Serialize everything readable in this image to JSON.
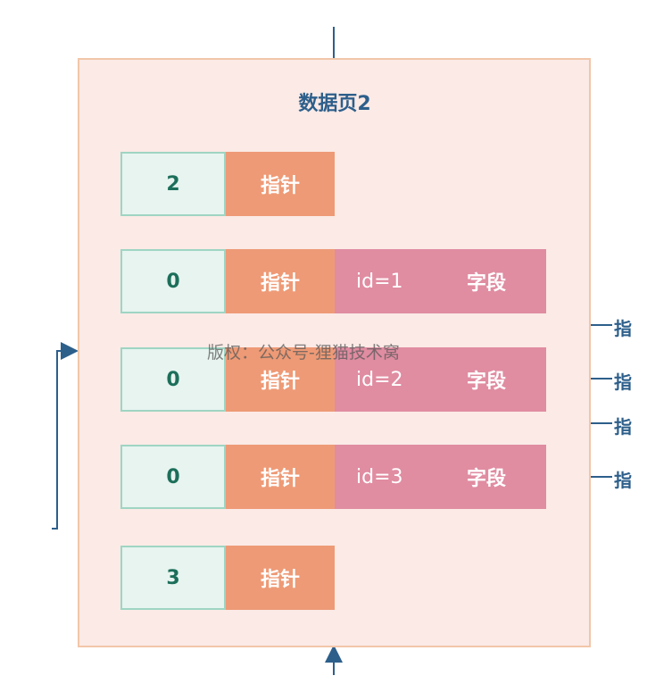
{
  "page": {
    "title": "数据页2"
  },
  "rows": [
    {
      "num": "2",
      "pointer": "指针"
    },
    {
      "num": "0",
      "pointer": "指针",
      "id": "id=1",
      "field": "字段"
    },
    {
      "num": "0",
      "pointer": "指针",
      "id": "id=2",
      "field": "字段"
    },
    {
      "num": "0",
      "pointer": "指针",
      "id": "id=3",
      "field": "字段"
    },
    {
      "num": "3",
      "pointer": "指针"
    }
  ],
  "edge_labels": [
    "指",
    "指",
    "指",
    "指"
  ],
  "watermark": "版权：公众号-狸猫技术窝",
  "colors": {
    "page_bg": "#fbeae6",
    "num_bg": "#e7f4ef",
    "pointer_bg": "#ee9a76",
    "record_bg": "#e08ca1",
    "arrow": "#2d5f8b"
  }
}
